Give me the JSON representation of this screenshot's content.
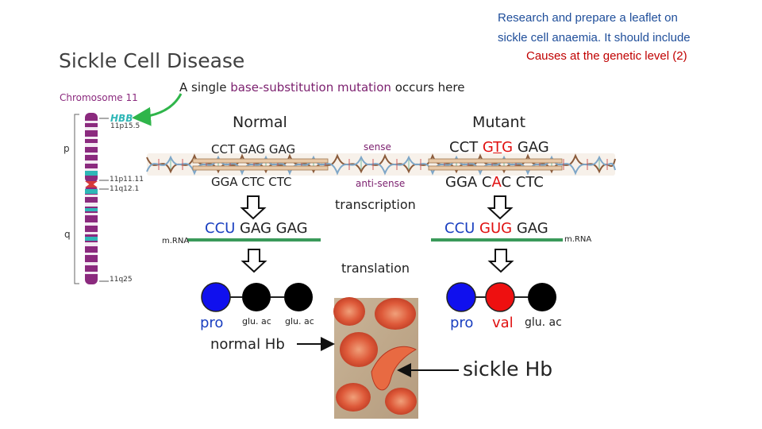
{
  "task": {
    "line1": "Research and prepare a leaflet on",
    "line2": "sickle cell anaemia. It should include",
    "line3": "Causes at the genetic level (2)"
  },
  "title": "Sickle Cell Disease",
  "mutation_note": {
    "prefix": "A single ",
    "highlight": "base-substitution mutation",
    "suffix": " occurs here"
  },
  "chromosome": {
    "title": "Chromosome 11",
    "gene": "HBB",
    "bands": {
      "b1": "11p15.5",
      "b2": "11p11.11",
      "b3": "11q12.1",
      "b4": "11q25"
    },
    "arm_p": "p",
    "arm_q": "q"
  },
  "normal": {
    "heading": "Normal",
    "sense": "CCT GAG GAG",
    "antisense": "GGA CTC CTC",
    "mrna": {
      "a": "CCU",
      "b": " GAG GAG"
    },
    "aa1": "pro",
    "aa2": "glu. ac",
    "aa3": "glu. ac",
    "protein": "normal Hb"
  },
  "mutant": {
    "heading": "Mutant",
    "sense": {
      "a": "CCT ",
      "b": "G",
      "c": "T",
      "d": "G",
      "e": " GAG"
    },
    "antisense": {
      "a": "GGA C",
      "b": "A",
      "c": "C CTC"
    },
    "mrna": {
      "a": "CCU ",
      "b": "GUG",
      "c": " GAG"
    },
    "aa1": "pro",
    "aa2": "val",
    "aa3": "glu. ac",
    "protein": "sickle Hb"
  },
  "labels": {
    "sense": "sense",
    "antisense": "anti-sense",
    "transcription": "transcription",
    "translation": "translation",
    "mrna_left": "m.RNA",
    "mrna_right": "m.RNA"
  },
  "colors": {
    "task_blue": "#1f4e9a",
    "task_red": "#c00000",
    "chromosome_purple": "#8b2a7e",
    "chromosome_teal": "#2fb7b7",
    "mutation_red": "#e01010",
    "mrna_blue": "#1a3fc0",
    "label_purple": "#7b1f6e",
    "arrow_green": "#2fb54a",
    "mrna_strand": "#3a9a5a",
    "pro_circle": "#1010ee",
    "val_circle": "#ee1010",
    "glu_circle": "#000000"
  },
  "icons": [
    "down-arrow-icon",
    "right-arrow-icon",
    "left-arrow-icon",
    "dna-helix-icon",
    "red-blood-cell-photo"
  ]
}
